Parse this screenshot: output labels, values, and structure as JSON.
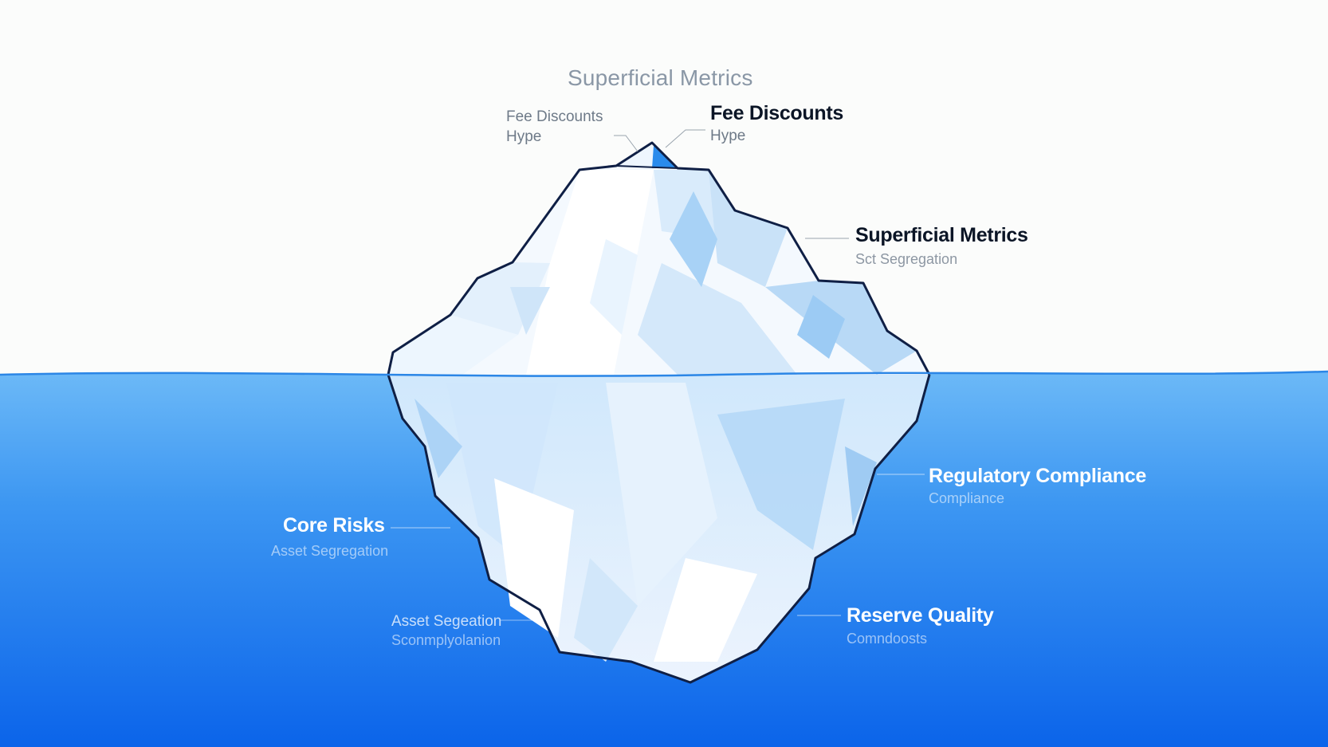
{
  "diagram": {
    "heading": "Superficial Metrics",
    "above_water": {
      "left_callout": {
        "line1": "Fee Discounts",
        "line2": "Hype"
      },
      "tip_callout": {
        "title": "Fee Discounts",
        "subtitle": "Hype"
      },
      "right_callout": {
        "title": "Superficial Metrics",
        "subtitle": "Sct Segregation"
      }
    },
    "below_water": {
      "core_risks": {
        "title": "Core Risks",
        "subtitle": "Asset Segregation"
      },
      "regulatory": {
        "title": "Regulatory Compliance",
        "subtitle": "Compliance"
      },
      "reserve": {
        "title": "Reserve Quality",
        "subtitle": "Comndoosts"
      },
      "deep_left": {
        "line1": "Asset Segeation",
        "line2": "Sconmplyolanion"
      }
    },
    "icons": [
      "iceberg-icon",
      "waterline-icon"
    ],
    "colors": {
      "sky": "#fbfcfb",
      "water_top": "#6cb9f7",
      "water_bottom": "#0b64ea",
      "ice_outline": "#0f1f45",
      "ice_light": "#ffffff",
      "ice_shadow": "#a8d2f6"
    }
  }
}
